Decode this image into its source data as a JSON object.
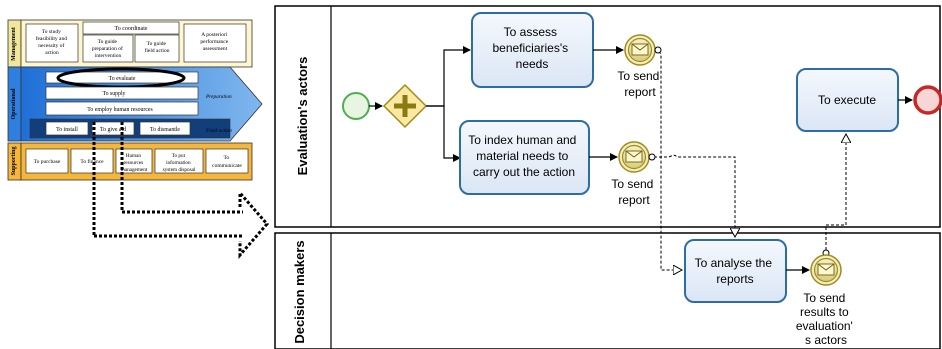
{
  "value_chain": {
    "lanes": {
      "management": "Management",
      "operational": "Operational",
      "supporting": "Supporting"
    },
    "management": {
      "study": [
        "To study",
        "feasibility and",
        "necessity of",
        "action"
      ],
      "coordinate": "To coordinate",
      "guide_prep": [
        "To guide",
        "preparation of",
        "intervention"
      ],
      "guide_field": [
        "To guide",
        "field action"
      ],
      "posteriori": [
        "A posteriori",
        "performance",
        "assessment"
      ]
    },
    "operational": {
      "evaluate": "To evaluate",
      "supply": "To supply",
      "employ": "To employ human resources",
      "install": "To install",
      "give_aid": "To give aid",
      "dismantle": "To dismantle",
      "preparation": "Preparation",
      "field_action": "Field action"
    },
    "supporting": {
      "purchase": "To purchase",
      "finance": "To finance",
      "human": [
        "Human",
        "resources",
        "management"
      ],
      "disposal": [
        "To put",
        "information",
        "system disposal"
      ],
      "communicate": [
        "To",
        "communicate"
      ]
    }
  },
  "bpmn": {
    "pools": {
      "evaluation_actors": "Evaluation's actors",
      "decision_makers": "Decision makers"
    },
    "tasks": {
      "assess": [
        "To assess",
        "beneficiaries's",
        "needs"
      ],
      "index": [
        "To index human and",
        "material needs to",
        "carry out the action"
      ],
      "execute": "To execute",
      "analyse": [
        "To analyse the",
        "reports"
      ]
    },
    "events": {
      "send_report_1": [
        "To send",
        "report"
      ],
      "send_report_2": [
        "To send",
        "report"
      ],
      "send_results": [
        "To send",
        "results to",
        "evaluation'",
        "s actors"
      ]
    }
  },
  "colors": {
    "management_fill": "#fdf6cf",
    "operational_fill": "#2f7fe0",
    "supporting_fill": "#f5b73a",
    "task_fill": "#e6eef9",
    "task_stroke": "#2e6da4",
    "start_event": "#4caf50",
    "end_event": "#c62828",
    "gateway": "#e8c84a"
  }
}
